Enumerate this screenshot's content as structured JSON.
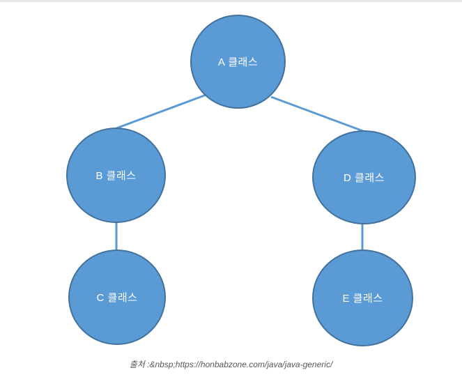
{
  "page": {
    "background": "#ffffff",
    "top_strip_color": "#e9e9e9"
  },
  "diagram": {
    "type": "tree",
    "colors": {
      "node_fill": "#5b9bd5",
      "node_border": "#41719c",
      "connector": "#5b9bd5",
      "label": "#ffffff"
    },
    "nodes": [
      {
        "id": "A",
        "label": "A 클래스"
      },
      {
        "id": "B",
        "label": "B 클래스"
      },
      {
        "id": "C",
        "label": "C 클래스"
      },
      {
        "id": "D",
        "label": "D 클래스"
      },
      {
        "id": "E",
        "label": "E 클래스"
      }
    ],
    "edges": [
      {
        "from": "A",
        "to": "B"
      },
      {
        "from": "A",
        "to": "D"
      },
      {
        "from": "B",
        "to": "C"
      },
      {
        "from": "D",
        "to": "E"
      }
    ]
  },
  "caption": {
    "text": "출처 :&nbsp;https://honbabzone.com/java/java-generic/",
    "color": "#595959"
  }
}
